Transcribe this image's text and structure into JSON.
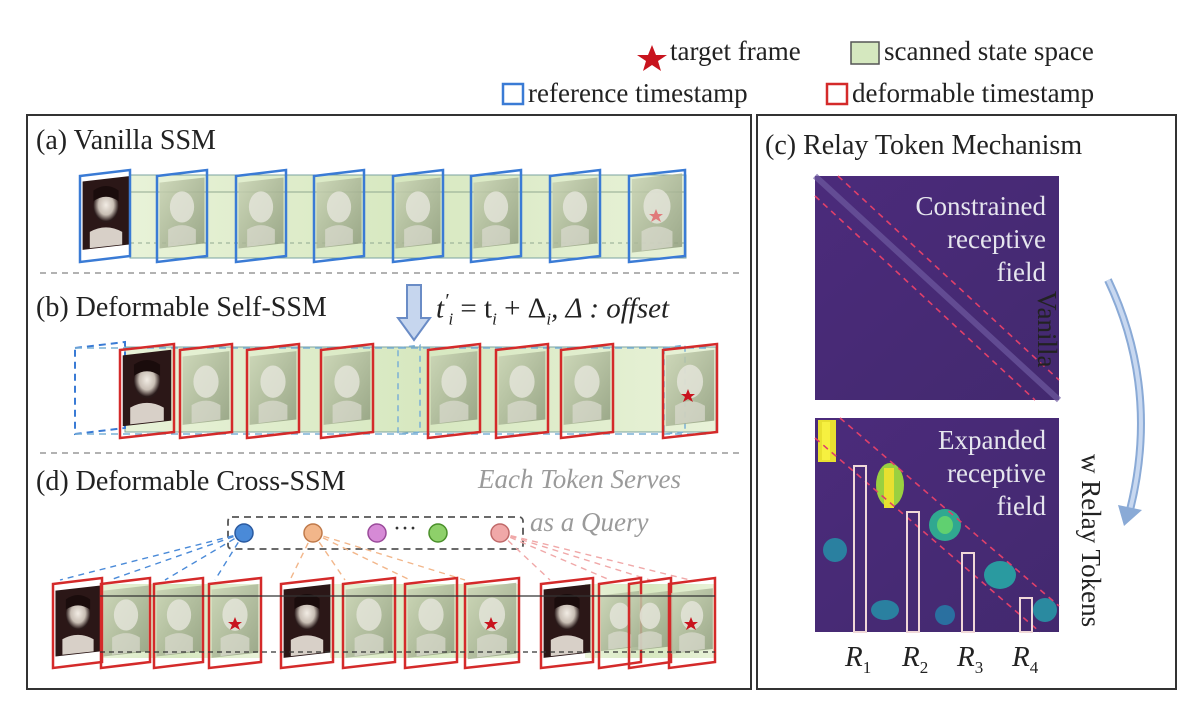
{
  "legend": {
    "target_frame": "target frame",
    "scanned_state_space": "scanned state space",
    "reference_timestamp": "reference timestamp",
    "deformable_timestamp": "deformable timestamp",
    "star_color": "#c8141e",
    "reference_color": "#3a7bd5",
    "deformable_color": "#d42a2a",
    "state_space_color": "#dcebc6"
  },
  "panel_a": {
    "title": "(a) Vanilla SSM"
  },
  "panel_b": {
    "title": "(b) Deformable Self-SSM",
    "formula_lhs": "t",
    "formula_rhs": "= t",
    "formula_tail": "+ Δ",
    "formula_end": ", Δ : offset",
    "sub_i": "i",
    "prime": "′"
  },
  "panel_d": {
    "title": "(d) Deformable Cross-SSM",
    "note_line1": "Each Token Serves",
    "note_line2": "as a Query",
    "dots": "···"
  },
  "panel_c": {
    "title": "(c) Relay Token Mechanism",
    "top_matrix_line1": "Constrained",
    "top_matrix_line2": "receptive",
    "top_matrix_line3": "field",
    "bottom_matrix_line1": "Expanded",
    "bottom_matrix_line2": "receptive",
    "bottom_matrix_line3": "field",
    "vanilla_label": "Vanilla",
    "relay_label": "w Relay Tokens",
    "relay_tokens": [
      {
        "letter": "R",
        "sub": "1"
      },
      {
        "letter": "R",
        "sub": "2"
      },
      {
        "letter": "R",
        "sub": "3"
      },
      {
        "letter": "R",
        "sub": "4"
      }
    ],
    "matrix_color": "#4a2a78"
  }
}
